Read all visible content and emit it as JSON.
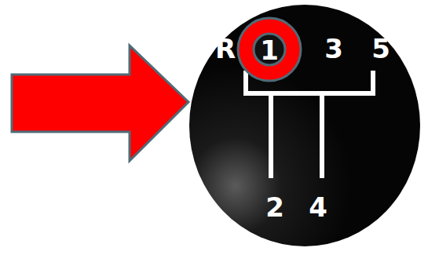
{
  "diagram": {
    "nodes": [
      {
        "text": [
          "R",
          "3",
          "5",
          "2",
          "4"
        ]
      },
      {
        "text": [
          "1"
        ],
        "in": 0
      }
    ]
  }
}
